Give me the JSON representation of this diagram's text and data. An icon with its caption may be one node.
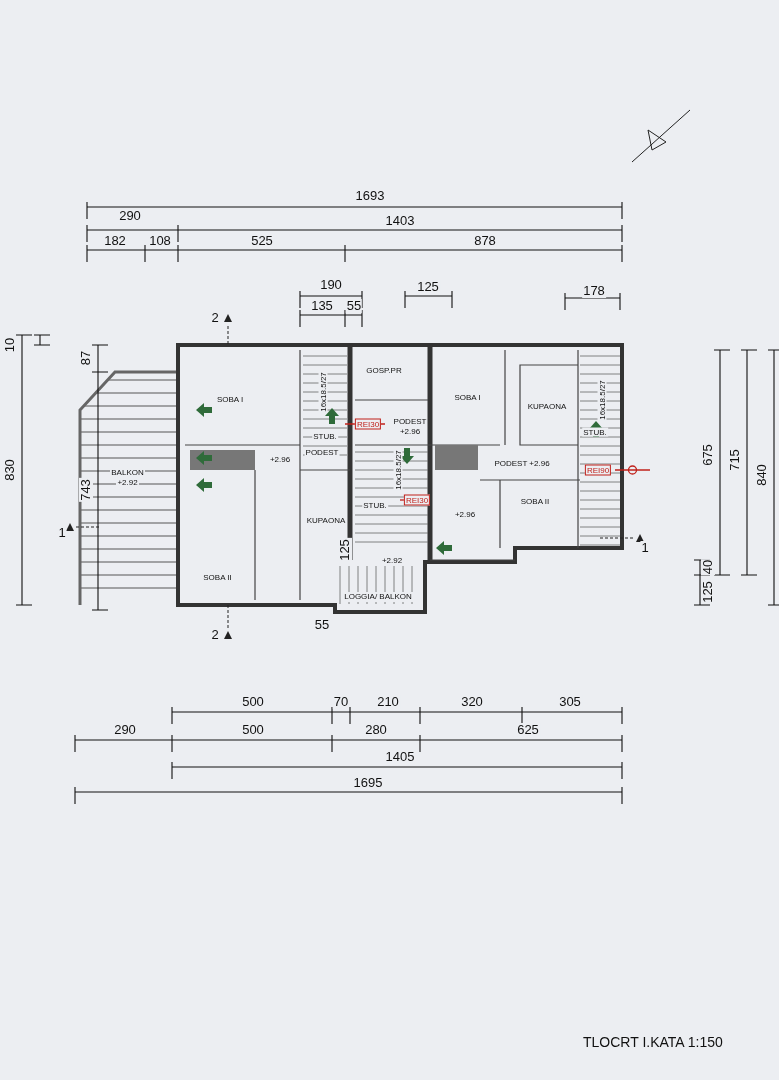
{
  "diagram": {
    "caption": "TLOCRT I.KATA 1:150",
    "nodes": [
      {
        "text": [
          "BALKON",
          "+2.92"
        ]
      },
      {
        "text": [
          "SOBA I"
        ]
      },
      {
        "text": [
          "GOSP.PR"
        ]
      },
      {
        "text": [
          "SOBA II"
        ]
      },
      {
        "text": [
          "+2.96"
        ]
      },
      {
        "text": [
          "KUPAONA"
        ]
      },
      {
        "text": [
          "PODEST",
          "+2.96"
        ]
      },
      {
        "text": [
          "LOGGIA/ BALKON"
        ]
      },
      {
        "text": [
          "SOBA I"
        ]
      },
      {
        "text": [
          "KUPAONA"
        ]
      },
      {
        "text": [
          "PODEST +2.96"
        ]
      },
      {
        "text": [
          "SOBA II"
        ]
      },
      {
        "text": [
          "+2.96"
        ]
      }
    ],
    "labels": [
      "1693",
      "290",
      "1403",
      "182",
      "108",
      "525",
      "878",
      "190",
      "135",
      "55",
      "125",
      "178",
      "2",
      "10",
      "87",
      "830",
      "743",
      "16x18.5/27",
      "STUB.",
      "PODEST",
      "REI30",
      "16x18.5/27",
      "STUB.",
      "REI30",
      "125",
      "+2.92",
      "16x18.5/27",
      "STUB.",
      "REI90",
      "1",
      "1",
      "675",
      "715",
      "840",
      "40",
      "125",
      "2",
      "55",
      "500",
      "70",
      "210",
      "320",
      "305",
      "290",
      "500",
      "280",
      "625",
      "1405",
      "1695"
    ]
  }
}
